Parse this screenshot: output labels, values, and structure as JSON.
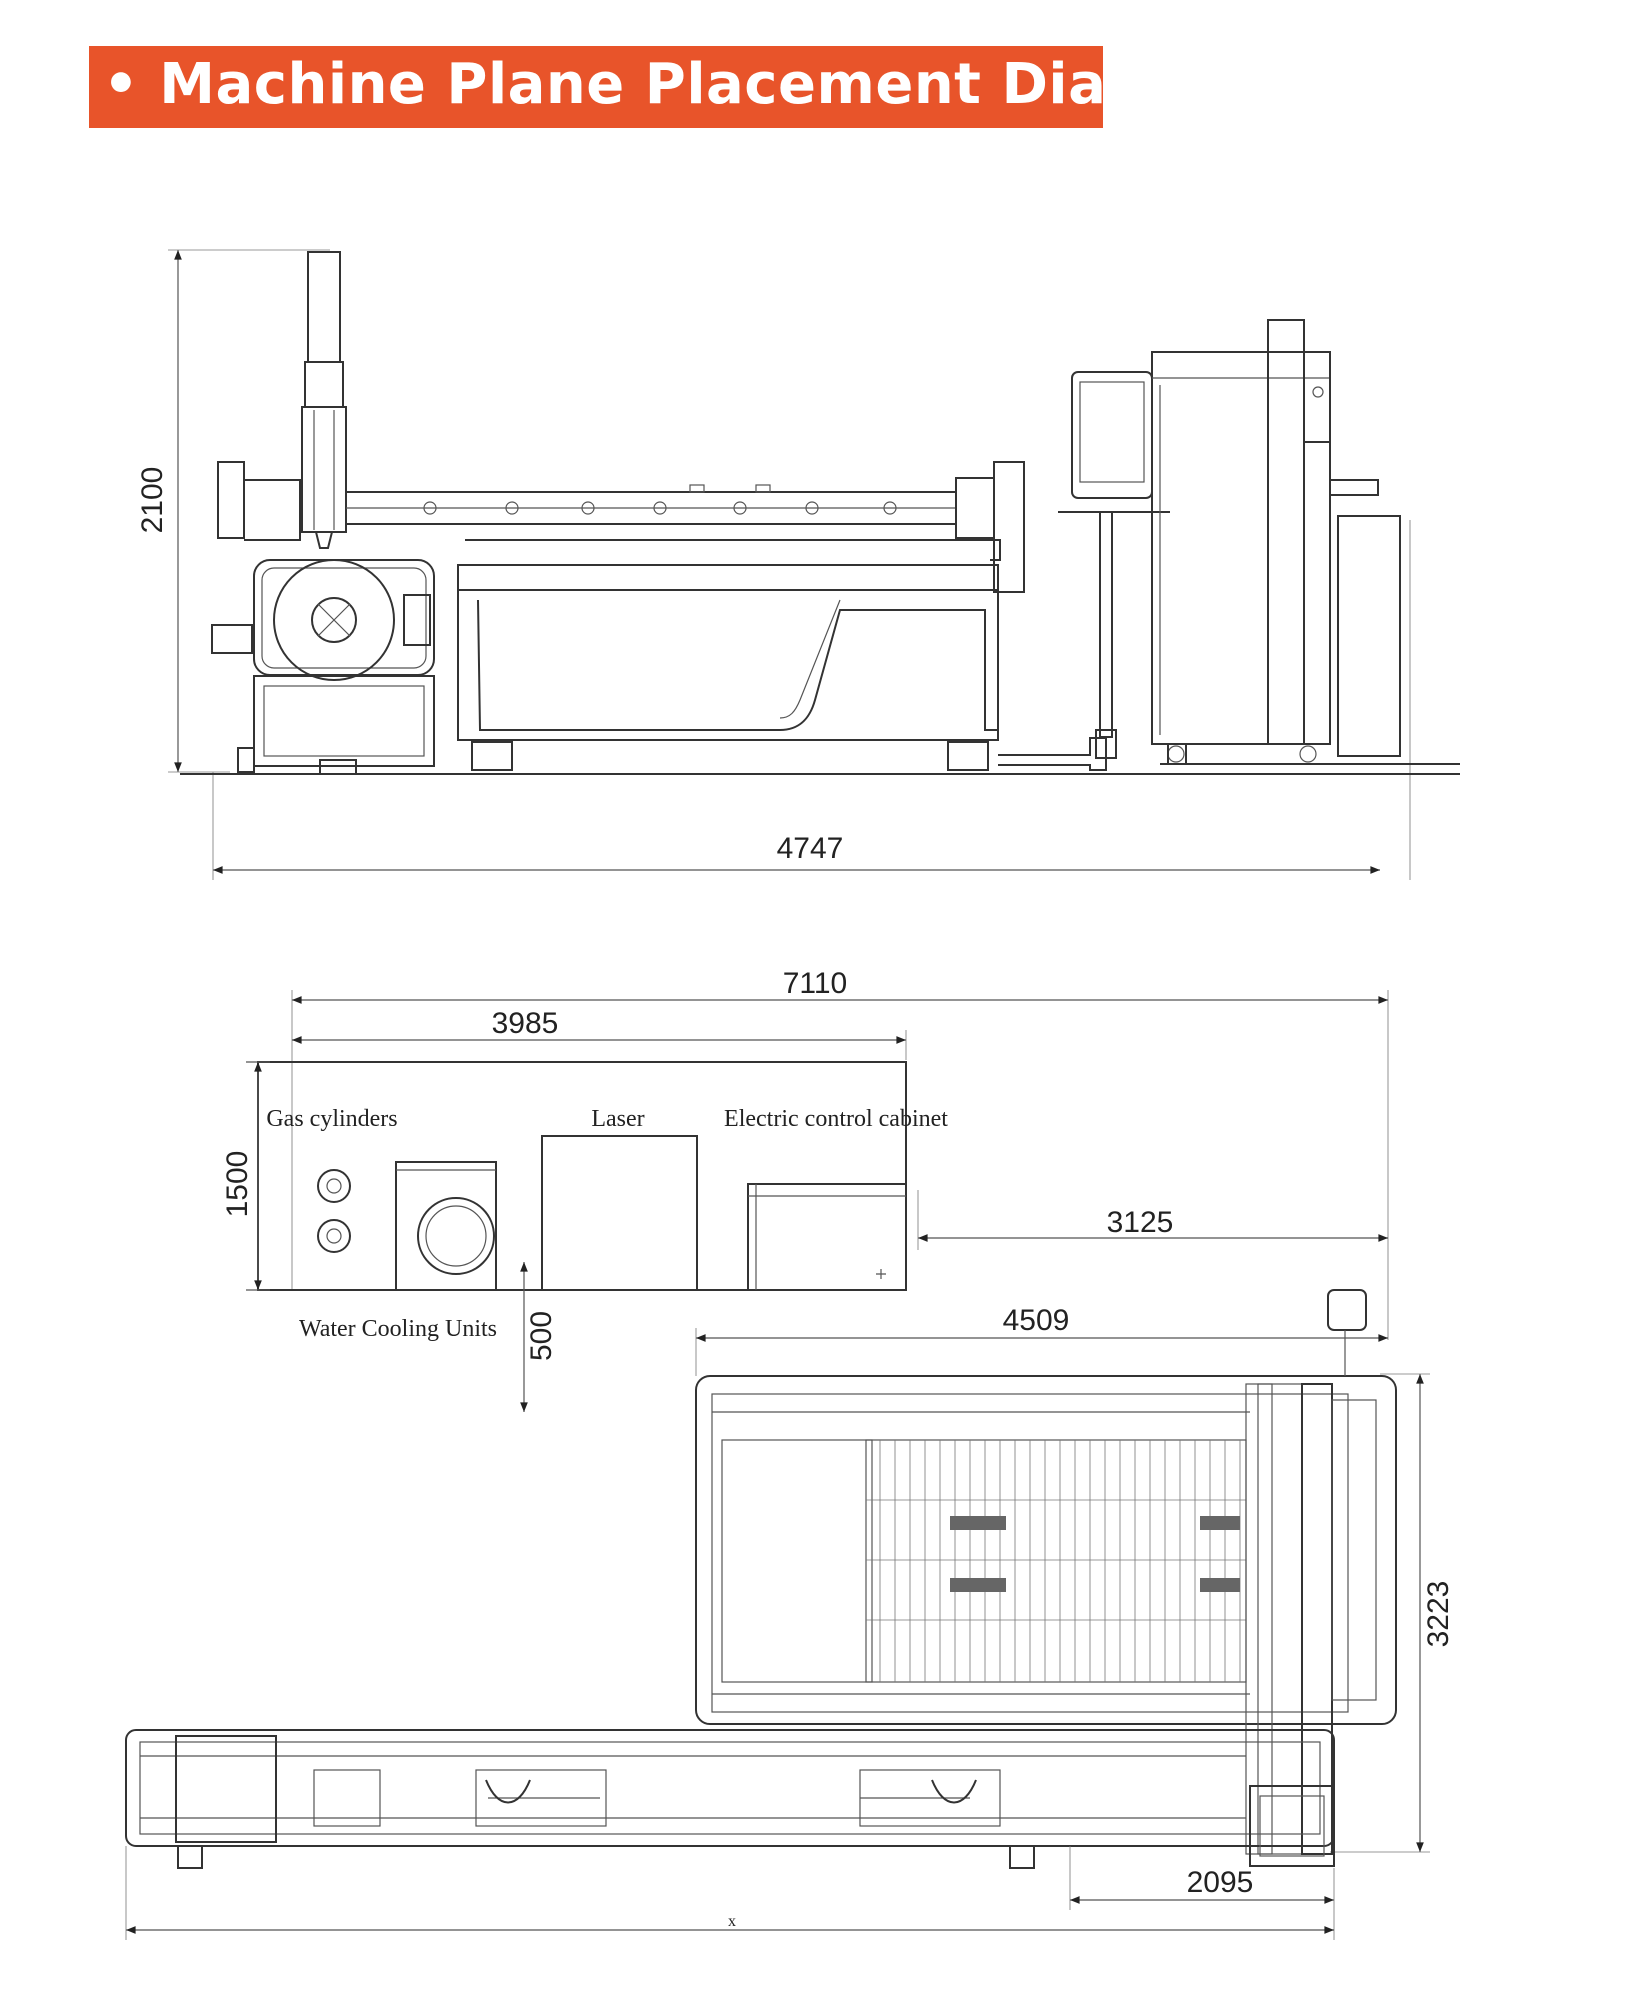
{
  "header": {
    "title": "• Machine Plane Placement Diagram",
    "color": "#e8542a"
  },
  "front_view": {
    "height_dim": "2100",
    "length_dim": "4747"
  },
  "plan_view": {
    "total_length_dim": "7110",
    "aux_length_dim": "3985",
    "aux_depth_dim": "1500",
    "cabinet_offset_dim": "3125",
    "bed_length_dim": "4509",
    "gap_dim": "500",
    "width_dim": "3223",
    "end_dim": "2095",
    "overall_dim": "x",
    "labels": {
      "gas_cylinders": "Gas cylinders",
      "laser": "Laser",
      "electric_cabinet": "Electric control cabinet",
      "water_cooling": "Water Cooling Units"
    }
  }
}
